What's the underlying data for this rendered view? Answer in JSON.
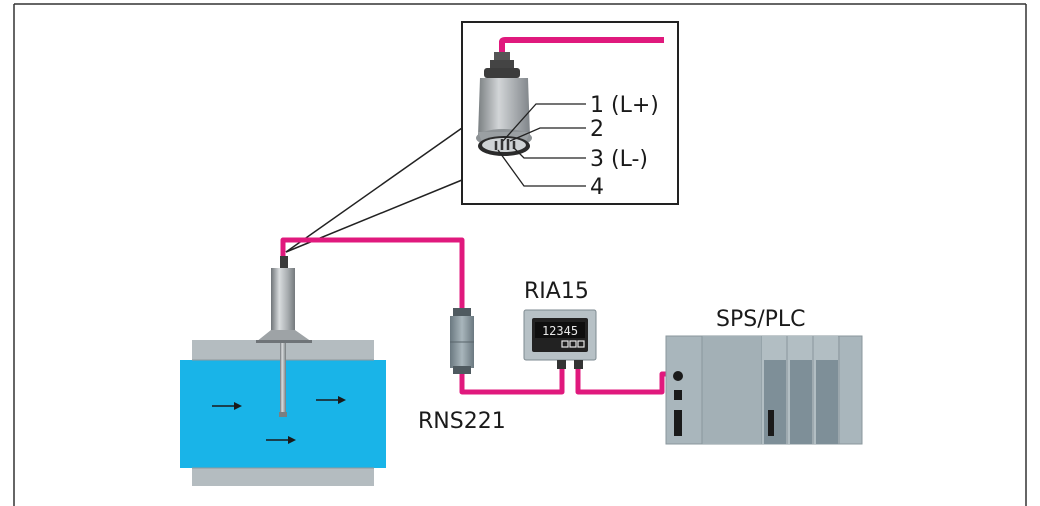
{
  "pin_labels": {
    "pin1": "1 (L+)",
    "pin2": "2",
    "pin3": "3 (L-)",
    "pin4": "4"
  },
  "devices": {
    "barrier": "RNS221",
    "display": "RIA15",
    "display_reading": "12345",
    "controller": "SPS/PLC"
  },
  "colors": {
    "cable": "#e0197d",
    "tank_water": "#19b4e8",
    "tank_shell": "#b4bcc0",
    "plc_body": "#a9b6bc",
    "plc_module": "#7e8f98",
    "sensor_metal": "#9ea3a6"
  },
  "icons": [
    "flow-arrow-icon",
    "m12-connector-icon"
  ]
}
